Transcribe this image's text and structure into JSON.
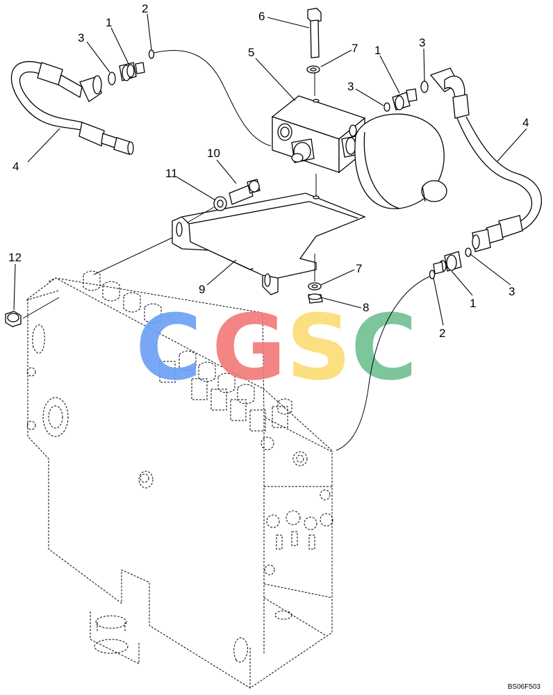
{
  "callouts": [
    {
      "label": "1"
    },
    {
      "label": "2"
    },
    {
      "label": "3"
    },
    {
      "label": "4"
    },
    {
      "label": "5"
    },
    {
      "label": "6"
    },
    {
      "label": "7"
    },
    {
      "label": "1"
    },
    {
      "label": "3"
    },
    {
      "label": "3"
    },
    {
      "label": "4"
    },
    {
      "label": "10"
    },
    {
      "label": "11"
    },
    {
      "label": "12"
    },
    {
      "label": "9"
    },
    {
      "label": "7"
    },
    {
      "label": "8"
    },
    {
      "label": "1"
    },
    {
      "label": "3"
    },
    {
      "label": "2"
    }
  ],
  "watermark": {
    "letters": [
      "C",
      "G",
      "S",
      "C"
    ],
    "colors": [
      "#6a9ff5",
      "#f27878",
      "#fbdc73",
      "#6fbf91"
    ]
  },
  "figure_code": "BS06F503"
}
